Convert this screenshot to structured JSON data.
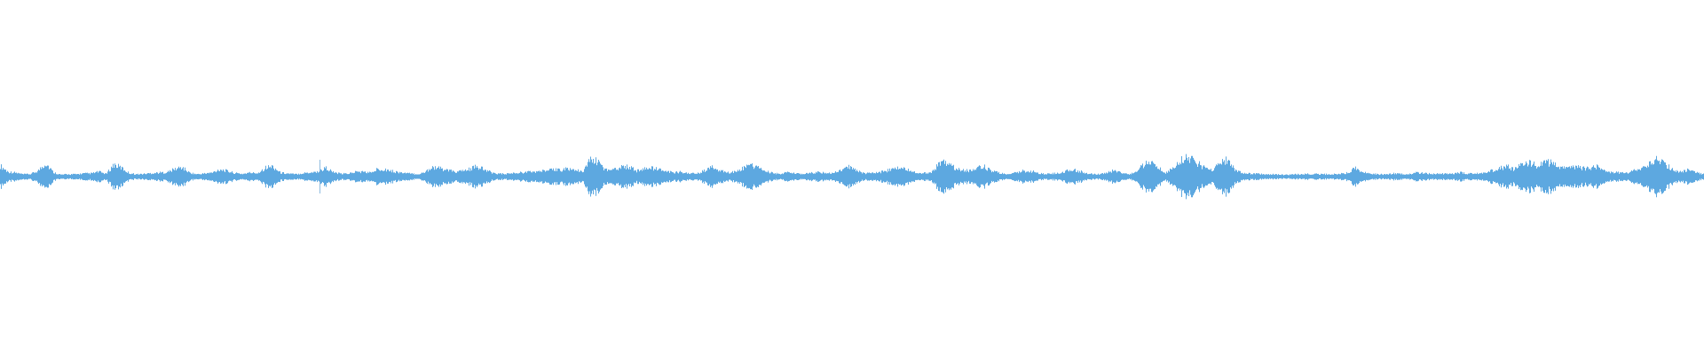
{
  "waveform": {
    "color": "#5DA8E0",
    "background": "#ffffff",
    "amplitude_samples": [
      0.55,
      0.25,
      0.2,
      0.12,
      0.13,
      0.3,
      0.7,
      0.22,
      0.1,
      0.12,
      0.12,
      0.16,
      0.16,
      0.25,
      0.14,
      0.62,
      0.45,
      0.18,
      0.12,
      0.14,
      0.18,
      0.2,
      0.22,
      0.38,
      0.48,
      0.2,
      0.12,
      0.16,
      0.2,
      0.38,
      0.28,
      0.18,
      0.14,
      0.2,
      0.18,
      0.46,
      0.52,
      0.2,
      0.16,
      0.12,
      0.18,
      0.22,
      0.25,
      0.45,
      0.22,
      0.14,
      0.16,
      0.25,
      0.24,
      0.2,
      0.42,
      0.36,
      0.26,
      0.2,
      0.16,
      0.12,
      0.2,
      0.5,
      0.42,
      0.34,
      0.24,
      0.28,
      0.38,
      0.52,
      0.34,
      0.2,
      0.14,
      0.15,
      0.18,
      0.22,
      0.24,
      0.26,
      0.3,
      0.34,
      0.36,
      0.4,
      0.34,
      0.22,
      0.95,
      0.72,
      0.34,
      0.4,
      0.48,
      0.52,
      0.3,
      0.38,
      0.44,
      0.36,
      0.28,
      0.2,
      0.24,
      0.18,
      0.14,
      0.3,
      0.46,
      0.34,
      0.2,
      0.24,
      0.42,
      0.58,
      0.48,
      0.28,
      0.18,
      0.14,
      0.22,
      0.16,
      0.12,
      0.18,
      0.22,
      0.2,
      0.16,
      0.32,
      0.5,
      0.36,
      0.18,
      0.16,
      0.22,
      0.3,
      0.38,
      0.5,
      0.32,
      0.2,
      0.18,
      0.22,
      0.62,
      0.74,
      0.48,
      0.34,
      0.3,
      0.44,
      0.52,
      0.28,
      0.18,
      0.14,
      0.18,
      0.28,
      0.3,
      0.2,
      0.12,
      0.16,
      0.18,
      0.3,
      0.32,
      0.24,
      0.14,
      0.12,
      0.18,
      0.3,
      0.22,
      0.12,
      0.22,
      0.58,
      0.74,
      0.46,
      0.18,
      0.52,
      0.82,
      0.96,
      0.72,
      0.48,
      0.34,
      0.62,
      0.85,
      0.4,
      0.18,
      0.16,
      0.14,
      0.12,
      0.12,
      0.1,
      0.1,
      0.12,
      0.12,
      0.14,
      0.13,
      0.12,
      0.12,
      0.14,
      0.2,
      0.42,
      0.22,
      0.14,
      0.12,
      0.12,
      0.16,
      0.15,
      0.12,
      0.2,
      0.18,
      0.14,
      0.16,
      0.14,
      0.16,
      0.22,
      0.14,
      0.18,
      0.2,
      0.3,
      0.42,
      0.52,
      0.38,
      0.58,
      0.72,
      0.54,
      0.68,
      0.76,
      0.46,
      0.42,
      0.5,
      0.44,
      0.42,
      0.5,
      0.26,
      0.22,
      0.2,
      0.18,
      0.34,
      0.42,
      0.76,
      0.9,
      0.62,
      0.34,
      0.24,
      0.34,
      0.2,
      0.14
    ]
  }
}
